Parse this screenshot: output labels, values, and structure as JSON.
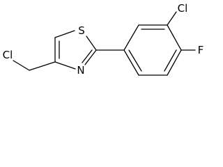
{
  "structure": {
    "atoms": {
      "cl_chloromethyl": "Cl",
      "s_thiazole": "S",
      "n_thiazole": "N",
      "cl_aryl": "Cl",
      "f_aryl": "F"
    },
    "colors": {
      "bond": "#000000",
      "label": "#000000",
      "background": "#ffffff"
    }
  }
}
